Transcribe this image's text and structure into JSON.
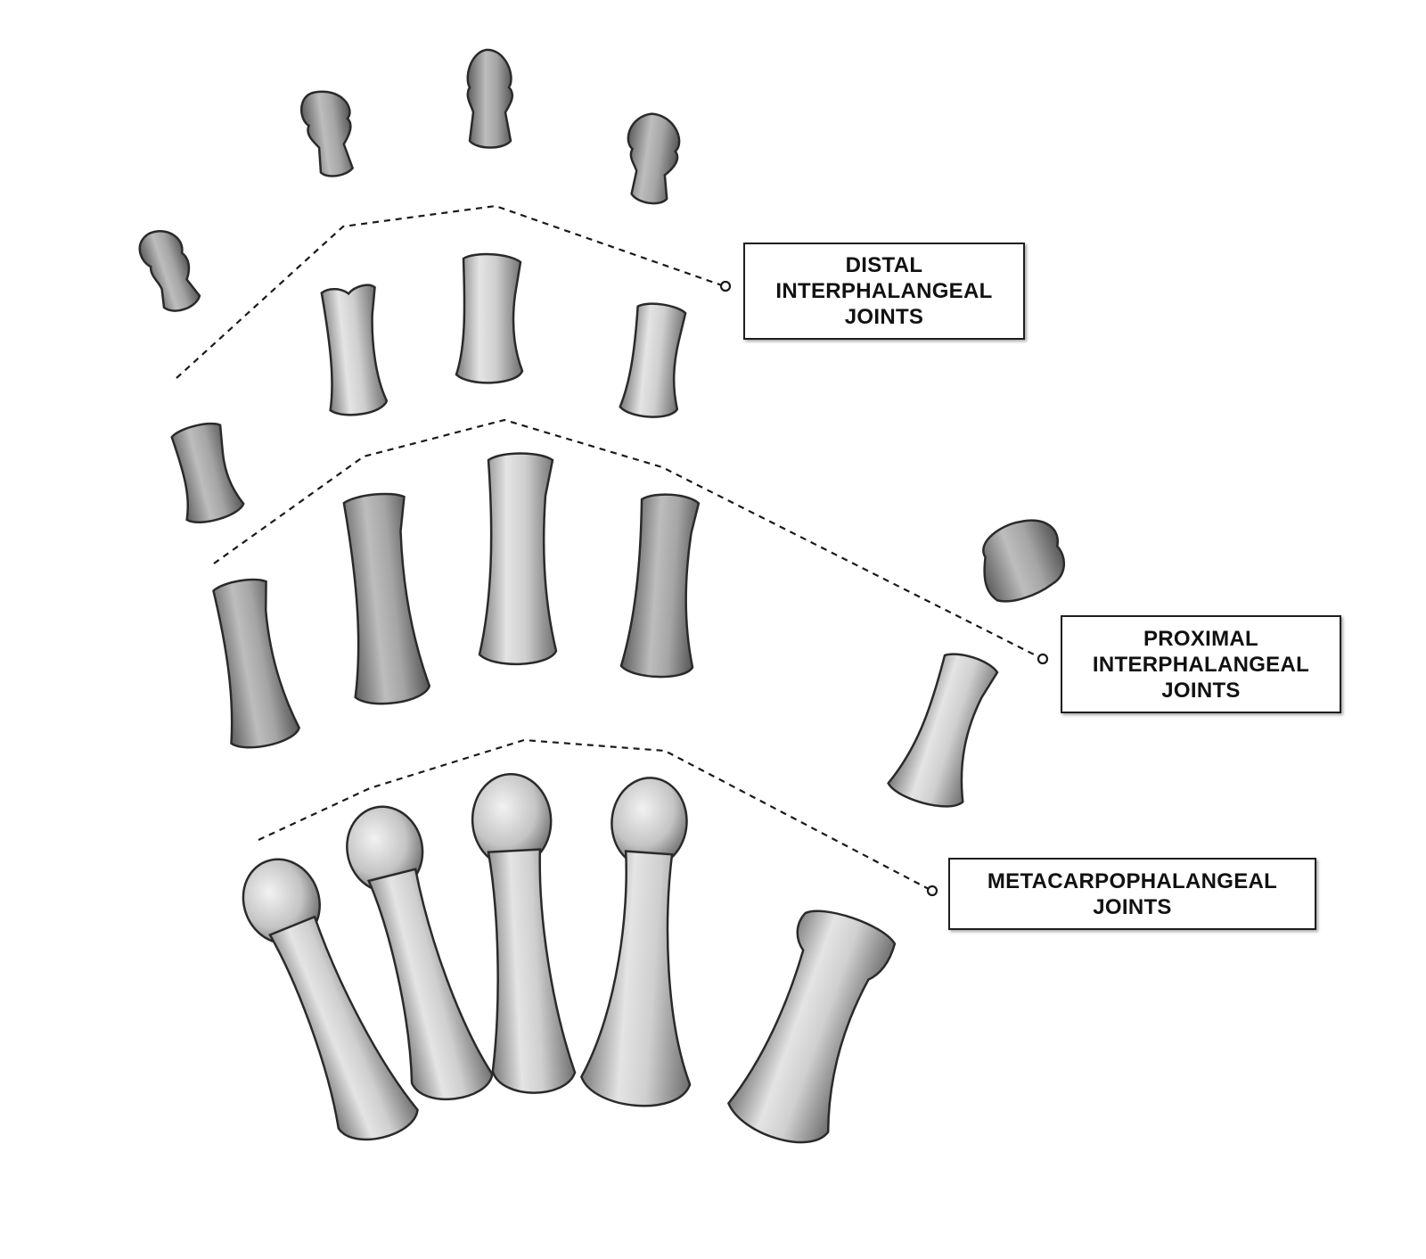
{
  "labels": {
    "dip": "DISTAL\nINTERPHALANGEAL\nJOINTS",
    "pip": "PROXIMAL\nINTERPHALANGEAL\nJOINTS",
    "mcp": "METACARPOPHALANGEAL\nJOINTS"
  },
  "colors": {
    "bone_fill": "#c9c9c9",
    "bone_stroke": "#2a2a2a",
    "leader_line": "#1a1a1a"
  }
}
